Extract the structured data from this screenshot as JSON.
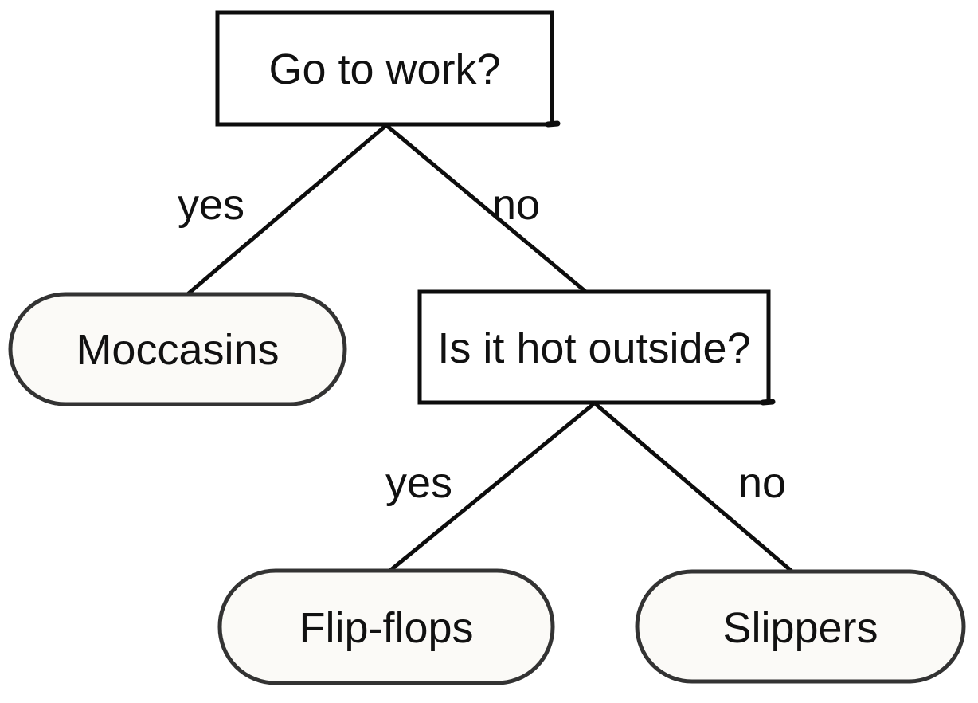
{
  "diagram": {
    "type": "decision-tree",
    "colors": {
      "background": "#ffffff",
      "decision_fill": "#ffffff",
      "decision_border": "#0d0d0d",
      "leaf_fill": "#fbfaf7",
      "leaf_border": "#333333",
      "edge_color": "#0d0d0d",
      "text_color": "#111111"
    },
    "nodes": {
      "root": {
        "label": "Go to work?",
        "type": "decision"
      },
      "moccasins": {
        "label": "Moccasins",
        "type": "leaf"
      },
      "hot_outside": {
        "label": "Is it hot outside?",
        "type": "decision"
      },
      "flip_flops": {
        "label": "Flip-flops",
        "type": "leaf"
      },
      "slippers": {
        "label": "Slippers",
        "type": "leaf"
      }
    },
    "edges": [
      {
        "from": "root",
        "to": "moccasins",
        "label": "yes"
      },
      {
        "from": "root",
        "to": "hot_outside",
        "label": "no"
      },
      {
        "from": "hot_outside",
        "to": "flip_flops",
        "label": "yes"
      },
      {
        "from": "hot_outside",
        "to": "slippers",
        "label": "no"
      }
    ]
  }
}
